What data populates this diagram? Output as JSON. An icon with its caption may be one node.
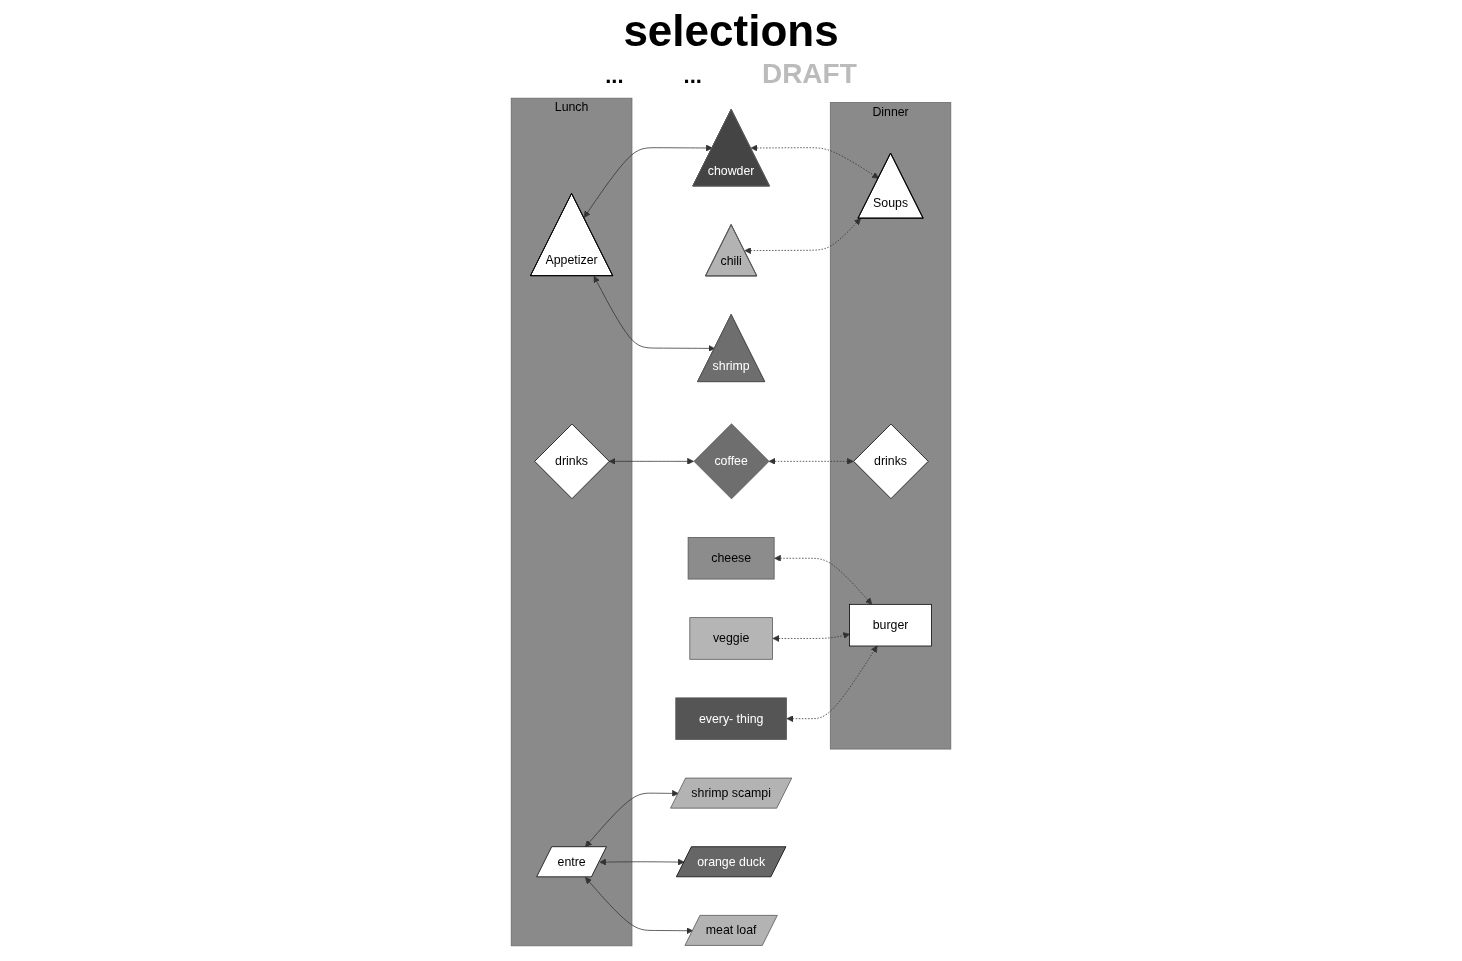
{
  "diagram": {
    "title": "selections",
    "nodes": [
      {
        "text": [
          "Lunch"
        ]
      },
      {
        "text": [
          "Appetizer"
        ],
        "in": 0
      },
      {
        "text": [
          "drinks"
        ],
        "in": 0
      },
      {
        "text": [
          "entre"
        ],
        "in": 0
      },
      {
        "text": [
          "chowder"
        ]
      },
      {
        "text": [
          "chili"
        ]
      },
      {
        "text": [
          "shrimp"
        ]
      },
      {
        "text": [
          "coffee"
        ]
      },
      {
        "text": [
          "cheese"
        ]
      },
      {
        "text": [
          "veggie"
        ]
      },
      {
        "text": [
          "every- thing"
        ]
      },
      {
        "text": [
          "shrimp scampi"
        ]
      },
      {
        "text": [
          "orange duck"
        ]
      },
      {
        "text": [
          "meat loaf"
        ]
      },
      {
        "text": [
          "Dinner"
        ]
      },
      {
        "text": [
          "Soups"
        ],
        "in": 14
      },
      {
        "text": [
          "drinks"
        ],
        "in": 14
      },
      {
        "text": [
          "burger"
        ],
        "in": 14
      }
    ],
    "edges": [
      {
        "from": 1,
        "to": 4,
        "arrow": "both"
      },
      {
        "from": 1,
        "to": 6,
        "arrow": "both"
      },
      {
        "from": 2,
        "to": 7,
        "arrow": "both"
      },
      {
        "from": 3,
        "to": 11,
        "arrow": "both"
      },
      {
        "from": 3,
        "to": 12,
        "arrow": "both"
      },
      {
        "from": 3,
        "to": 13,
        "arrow": "both"
      },
      {
        "from": 4,
        "to": 15,
        "arrow": "both",
        "style": "dashed"
      },
      {
        "from": 5,
        "to": 15,
        "arrow": "both",
        "style": "dashed"
      },
      {
        "from": 7,
        "to": 16,
        "arrow": "both",
        "style": "dashed"
      },
      {
        "from": 8,
        "to": 17,
        "arrow": "both",
        "style": "dashed"
      },
      {
        "from": 9,
        "to": 17,
        "arrow": "both",
        "style": "dashed"
      },
      {
        "from": 10,
        "to": 17,
        "arrow": "both",
        "style": "dashed"
      }
    ],
    "labels": [
      "...",
      "...",
      "DRAFT"
    ]
  }
}
